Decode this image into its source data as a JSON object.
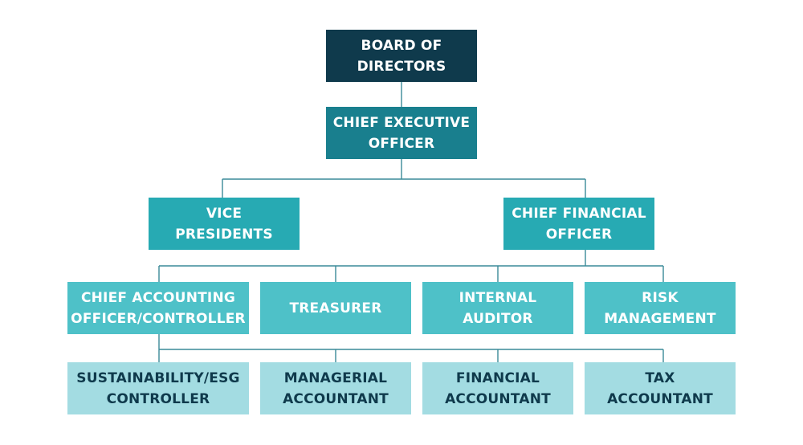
{
  "org_chart": {
    "board": "BOARD OF\nDIRECTORS",
    "ceo": "CHIEF EXECUTIVE\nOFFICER",
    "vice_presidents": "VICE\nPRESIDENTS",
    "cfo": "CHIEF FINANCIAL\nOFFICER",
    "cao": "CHIEF ACCOUNTING\nOFFICER/CONTROLLER",
    "treasurer": "TREASURER",
    "internal_auditor": "INTERNAL\nAUDITOR",
    "risk_management": "RISK\nMANAGEMENT",
    "sustainability_controller": "SUSTAINABILITY/ESG\nCONTROLLER",
    "managerial_accountant": "MANAGERIAL\nACCOUNTANT",
    "financial_accountant": "FINANCIAL\nACCOUNTANT",
    "tax_accountant": "TAX\nACCOUNTANT"
  },
  "colors": {
    "level0": "#0f3a4c",
    "level1": "#197f8e",
    "level2": "#27aab3",
    "level3": "#4ec1c8",
    "level4": "#a3dce2",
    "connector": "#3a8a98"
  }
}
